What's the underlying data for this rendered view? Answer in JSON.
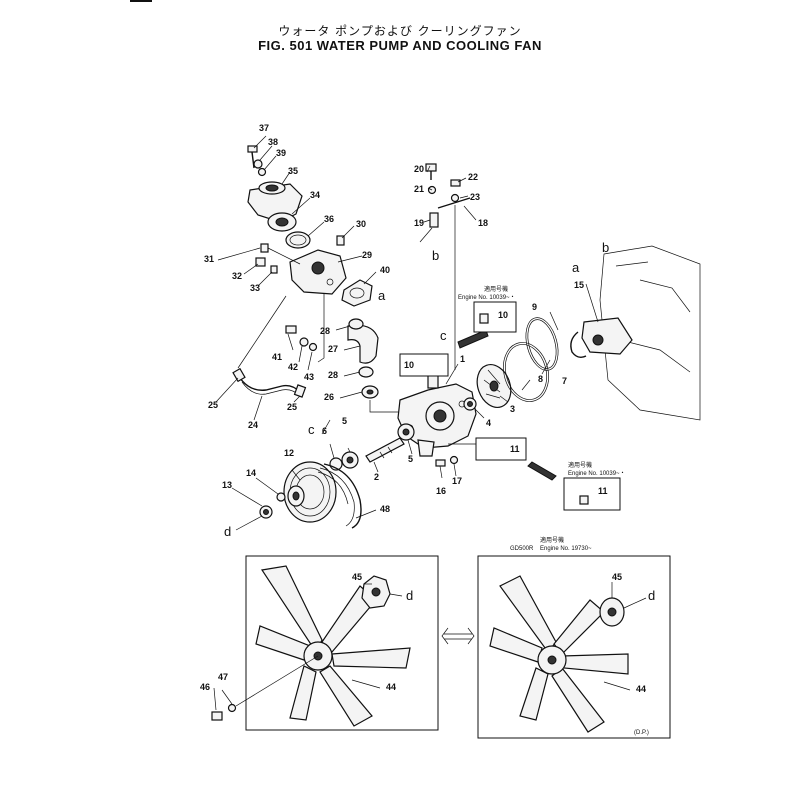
{
  "header": {
    "title_jp": "ウォータ ポンプおよび クーリングファン",
    "title_en": "FIG. 501  WATER PUMP AND COOLING FAN"
  },
  "callouts": {
    "n1": "1",
    "n2": "2",
    "n3": "3",
    "n4": "4",
    "n5a": "5",
    "n5b": "5",
    "n6": "6",
    "n7": "7",
    "n8": "8",
    "n9": "9",
    "n10a": "10",
    "n10b": "10",
    "n11a": "11",
    "n11b": "11",
    "n12": "12",
    "n13": "13",
    "n14": "14",
    "n15": "15",
    "n16": "16",
    "n17": "17",
    "n18": "18",
    "n19": "19",
    "n20": "20",
    "n21": "21",
    "n22": "22",
    "n23": "23",
    "n24": "24",
    "n25a": "25",
    "n25b": "25",
    "n26": "26",
    "n27": "27",
    "n28a": "28",
    "n28b": "28",
    "n29": "29",
    "n30": "30",
    "n31": "31",
    "n32": "32",
    "n33": "33",
    "n34": "34",
    "n35": "35",
    "n36": "36",
    "n37": "37",
    "n38": "38",
    "n39": "39",
    "n40": "40",
    "n41": "41",
    "n42": "42",
    "n43": "43",
    "n44a": "44",
    "n44b": "44",
    "n45a": "45",
    "n45b": "45",
    "n46": "46",
    "n47": "47",
    "n48": "48"
  },
  "connectors": {
    "a1": "a",
    "a2": "a",
    "b1": "b",
    "b2": "b",
    "c1": "c",
    "c2": "c",
    "d1": "d",
    "d2": "d",
    "d3": "d"
  },
  "notes": {
    "apply_jp_1": "適用号機",
    "engine_1": "Engine  No. 10039~・",
    "apply_jp_2": "適用号機",
    "engine_2": "Engine  No. 10039~・",
    "apply_jp_3": "適用号機",
    "model_3": "GD500R",
    "engine_3": "Engine  No. 19730~",
    "dp": "(D.P.)"
  },
  "colors": {
    "ink": "#111111",
    "paper": "#ffffff",
    "part_fill": "#f4f4f4"
  }
}
